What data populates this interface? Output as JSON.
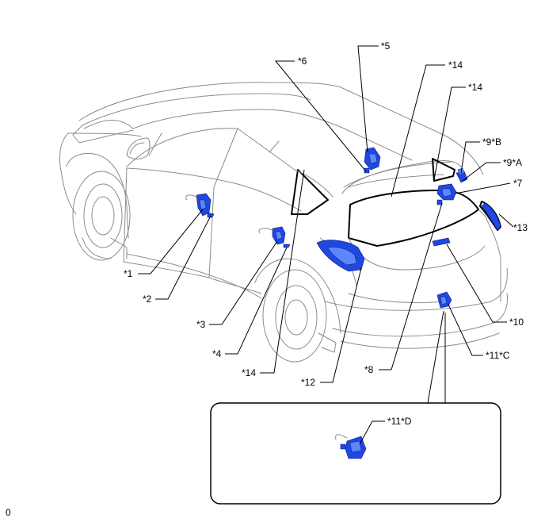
{
  "labels": {
    "c1": "*1",
    "c2": "*2",
    "c3": "*3",
    "c4": "*4",
    "c5": "*5",
    "c6": "*6",
    "c7": "*7",
    "c8": "*8",
    "c9a": "*9*A",
    "c9b": "*9*B",
    "c10": "*10",
    "c11c": "*11*C",
    "c11d": "*11*D",
    "c12": "*12",
    "c13": "*13",
    "c14_rear": "*14",
    "c14_upper": "*14",
    "c14_side": "*14"
  },
  "footer": {
    "corner_mark": "0"
  },
  "colors": {
    "part_fill": "#1f48e0",
    "outline": "#8c8c8c",
    "ink": "#000000"
  }
}
